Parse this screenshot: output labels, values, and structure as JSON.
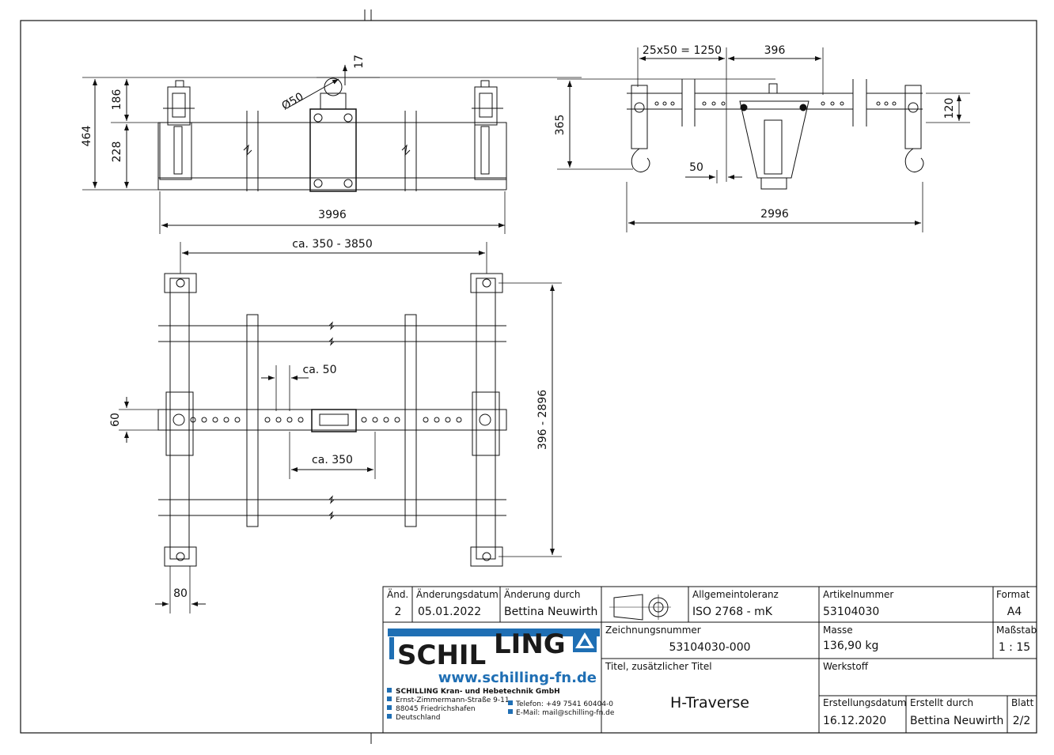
{
  "drawing": {
    "dims_front": {
      "d186": "186",
      "d464": "464",
      "d228": "228",
      "d50": "Ø50",
      "d17": "17",
      "d3996": "3996"
    },
    "dims_side": {
      "d1250": "25x50 = 1250",
      "d396": "396",
      "d365": "365",
      "d120": "120",
      "d50": "50",
      "d2996": "2996"
    },
    "dims_top": {
      "d_range": "ca. 350 - 3850",
      "d_ca50": "ca. 50",
      "d_ca350": "ca. 350",
      "d60": "60",
      "d_vert": "396 - 2896",
      "d80": "80"
    }
  },
  "title_block": {
    "rev_header": "Änd.",
    "rev_value": "2",
    "date_header": "Änderungsdatum",
    "date_value": "05.01.2022",
    "by_header": "Änderung durch",
    "by_value": "Bettina Neuwirth",
    "tol_header": "Allgemeintoleranz",
    "tol_value": "ISO 2768 - mK",
    "article_header": "Artikelnummer",
    "article_value": "53104030",
    "format_header": "Format",
    "format_value": "A4",
    "drawing_no_header": "Zeichnungsnummer",
    "drawing_no_value": "53104030-000",
    "mass_header": "Masse",
    "mass_value": "136,90 kg",
    "scale_header": "Maßstab",
    "scale_value": "1 : 15",
    "title_header": "Titel, zusätzlicher Titel",
    "title_value": "H-Traverse",
    "material_header": "Werkstoff",
    "created_header": "Erstellungsdatum",
    "created_value": "16.12.2020",
    "author_header": "Erstellt durch",
    "author_value": "Bettina Neuwirth",
    "sheet_header": "Blatt",
    "sheet_value": "2/2"
  },
  "company": {
    "logo_a": "SCHIL",
    "logo_b": "LING",
    "url": "www.schilling-fn.de",
    "name": "SCHILLING Kran- und Hebetechnik GmbH",
    "street": "Ernst-Zimmermann-Straße 9-11",
    "city": "88045 Friedrichshafen",
    "country": "Deutschland",
    "phone": "Telefon: +49 7541 60404-0",
    "email": "E-Mail: mail@schilling-fn.de",
    "brand_color": "#1f6fb4"
  }
}
